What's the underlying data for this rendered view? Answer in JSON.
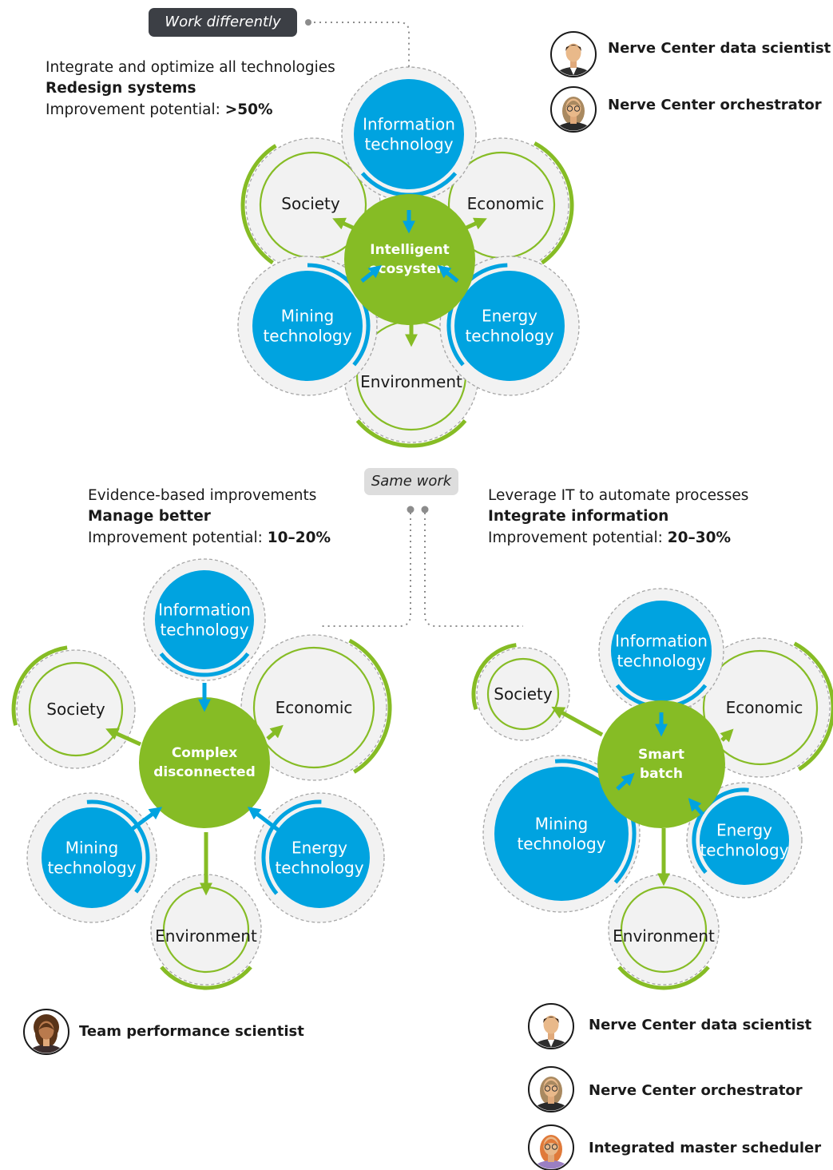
{
  "colors": {
    "blue": "#00a3e0",
    "green": "#86bc25",
    "gray_fill": "#f2f2f2",
    "dashed_border": "#a6a6a6",
    "dark_pill": "#3c3f45",
    "light_pill": "#dddddd"
  },
  "top": {
    "pill": "Work differently",
    "line1": "Integrate and optimize all technologies",
    "heading": "Redesign systems",
    "potential_label": "Improvement potential: ",
    "potential_value": ">50%",
    "center": [
      "Intelligent",
      "ecosystem"
    ],
    "it": [
      "Information",
      "technology"
    ],
    "society": "Society",
    "economic": "Economic",
    "mining": [
      "Mining",
      "technology"
    ],
    "energy": [
      "Energy",
      "technology"
    ],
    "environment": "Environment",
    "roles": [
      "Nerve Center data scientist",
      "Nerve Center orchestrator"
    ]
  },
  "mid": {
    "pill": "Same work"
  },
  "left": {
    "line1": "Evidence-based improvements",
    "heading": "Manage better",
    "potential_label": "Improvement potential: ",
    "potential_value": "10–20%",
    "center": [
      "Complex",
      "disconnected"
    ],
    "it": [
      "Information",
      "technology"
    ],
    "society": "Society",
    "economic": "Economic",
    "mining": [
      "Mining",
      "technology"
    ],
    "energy": [
      "Energy",
      "technology"
    ],
    "environment": "Environment",
    "roles": [
      "Team performance scientist"
    ]
  },
  "right": {
    "line1": "Leverage IT to automate processes",
    "heading": "Integrate information",
    "potential_label": "Improvement potential: ",
    "potential_value": "20–30%",
    "center": [
      "Smart",
      "batch"
    ],
    "it": [
      "Information",
      "technology"
    ],
    "society": "Society",
    "economic": "Economic",
    "mining": [
      "Mining",
      "technology"
    ],
    "energy": [
      "Energy",
      "technology"
    ],
    "environment": "Environment",
    "roles": [
      "Nerve Center data scientist",
      "Nerve Center orchestrator",
      "Integrated master scheduler"
    ]
  },
  "icons": {
    "person_dark_male": "person-male-dark-hair-icon",
    "person_female_glasses": "person-female-glasses-icon",
    "person_female_curly": "person-female-curly-hair-icon",
    "person_female_red": "person-female-red-hair-icon"
  }
}
